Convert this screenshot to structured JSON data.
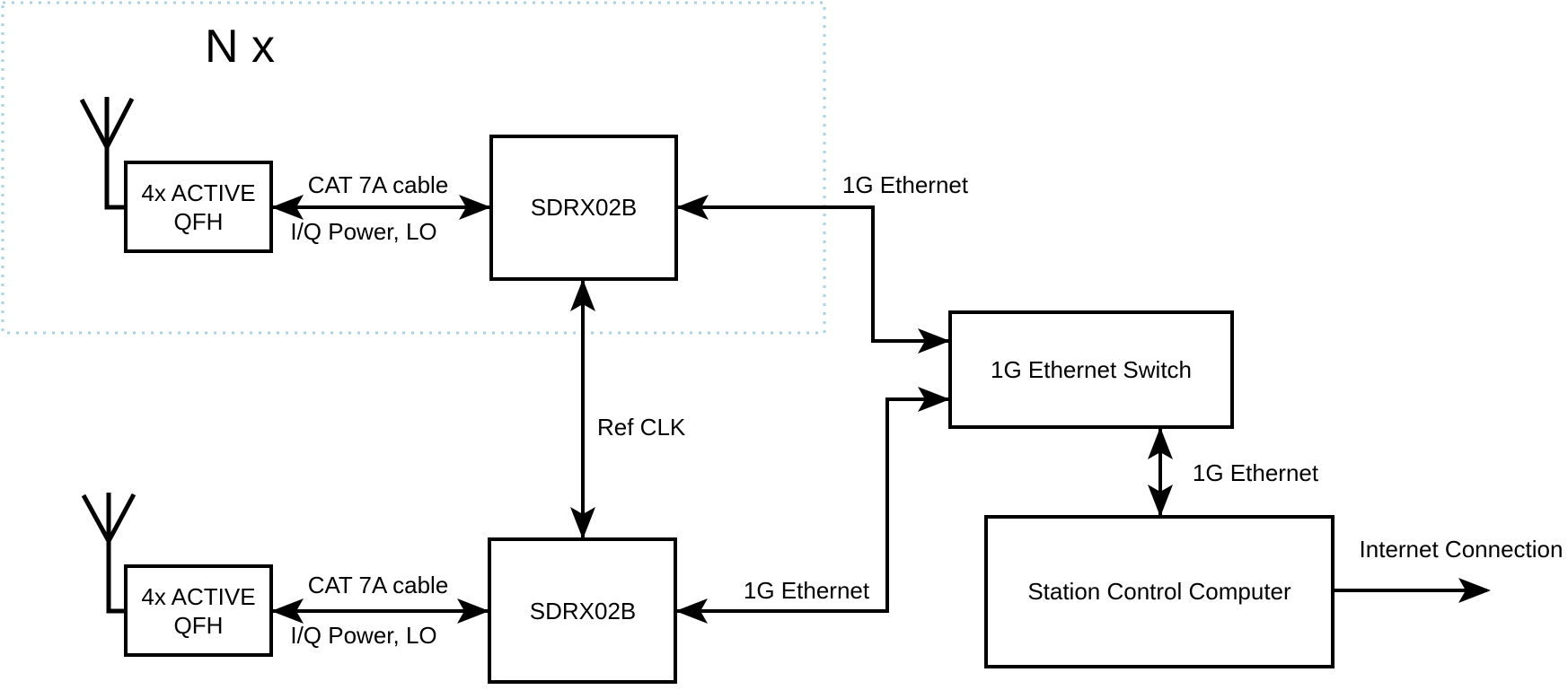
{
  "colors": {
    "accent_blue": "#a9d3e5",
    "diagram_black": "#000000",
    "background": "#ffffff"
  },
  "repeat_group": {
    "label": "N x"
  },
  "nodes": {
    "qfh_top": {
      "label_line1": "4x ACTIVE",
      "label_line2": "QFH"
    },
    "sdrx_top": {
      "label": "SDRX02B"
    },
    "qfh_bottom": {
      "label_line1": "4x ACTIVE",
      "label_line2": "QFH"
    },
    "sdrx_bottom": {
      "label": "SDRX02B"
    },
    "ethernet_switch": {
      "label": "1G Ethernet Switch"
    },
    "station_computer": {
      "label": "Station Control Computer"
    }
  },
  "links": {
    "cat7a_top": {
      "cable_label": "CAT 7A cable",
      "signal_label": "I/Q Power, LO"
    },
    "cat7a_bottom": {
      "cable_label": "CAT 7A cable",
      "signal_label": "I/Q Power, LO"
    },
    "ref_clk": {
      "label": "Ref CLK"
    },
    "eth_top": {
      "label": "1G Ethernet"
    },
    "eth_bottom": {
      "label": "1G Ethernet"
    },
    "eth_switch_computer": {
      "label": "1G Ethernet"
    },
    "internet": {
      "label": "Internet Connection"
    }
  }
}
